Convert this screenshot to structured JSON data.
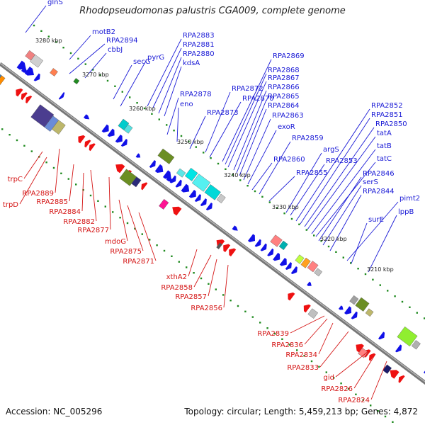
{
  "title": "Rhodopseudomonas palustris CGA009, complete genome",
  "accession_label": "Accession: NC_005296",
  "topology_label": "Topology: circular; Length: 5,459,213 bp; Genes: 4,872",
  "colors": {
    "forward_label": "#1a1ad6",
    "reverse_label": "#d41414",
    "forward_arrow": "#1010e8",
    "reverse_arrow": "#ee1111",
    "backbone": "#777777",
    "tick": "#1f8a1f"
  },
  "kbp_labels": [
    "3280 kbp",
    "3270 kbp",
    "3260 kbp",
    "3250 kbp",
    "3240 kbp",
    "3230 kbp",
    "3220 kbp",
    "3210 kbp"
  ],
  "forward_genes": [
    "glnS",
    "motB2",
    "RPA2894",
    "cbbJ",
    "secG",
    "pyrG",
    "RPA2883",
    "RPA2881",
    "RPA2880",
    "kdsA",
    "RPA2878",
    "eno",
    "RPA2873",
    "RPA2872",
    "RPA2870",
    "RPA2869",
    "RPA2868",
    "RPA2867",
    "RPA2866",
    "RPA2865",
    "RPA2864",
    "RPA2863",
    "exoR",
    "RPA2860",
    "RPA2859",
    "argS",
    "RPA2855",
    "RPA2853",
    "RPA2852",
    "RPA2851",
    "RPA2850",
    "tatA",
    "tatB",
    "tatC",
    "RPA2846",
    "serS",
    "RPA2844",
    "pimt2",
    "surE",
    "lppB"
  ],
  "reverse_genes": [
    "trpC",
    "trpD",
    "RPA2889",
    "RPA2885",
    "RPA2884",
    "RPA2882",
    "RPA2877",
    "mdoG",
    "RPA2875",
    "RPA2871",
    "xthA2",
    "RPA2858",
    "RPA2857",
    "RPA2856",
    "RPA2839",
    "RPA2836",
    "RPA2834",
    "RPA2833",
    "gid",
    "RPA2826",
    "RPA2824"
  ]
}
